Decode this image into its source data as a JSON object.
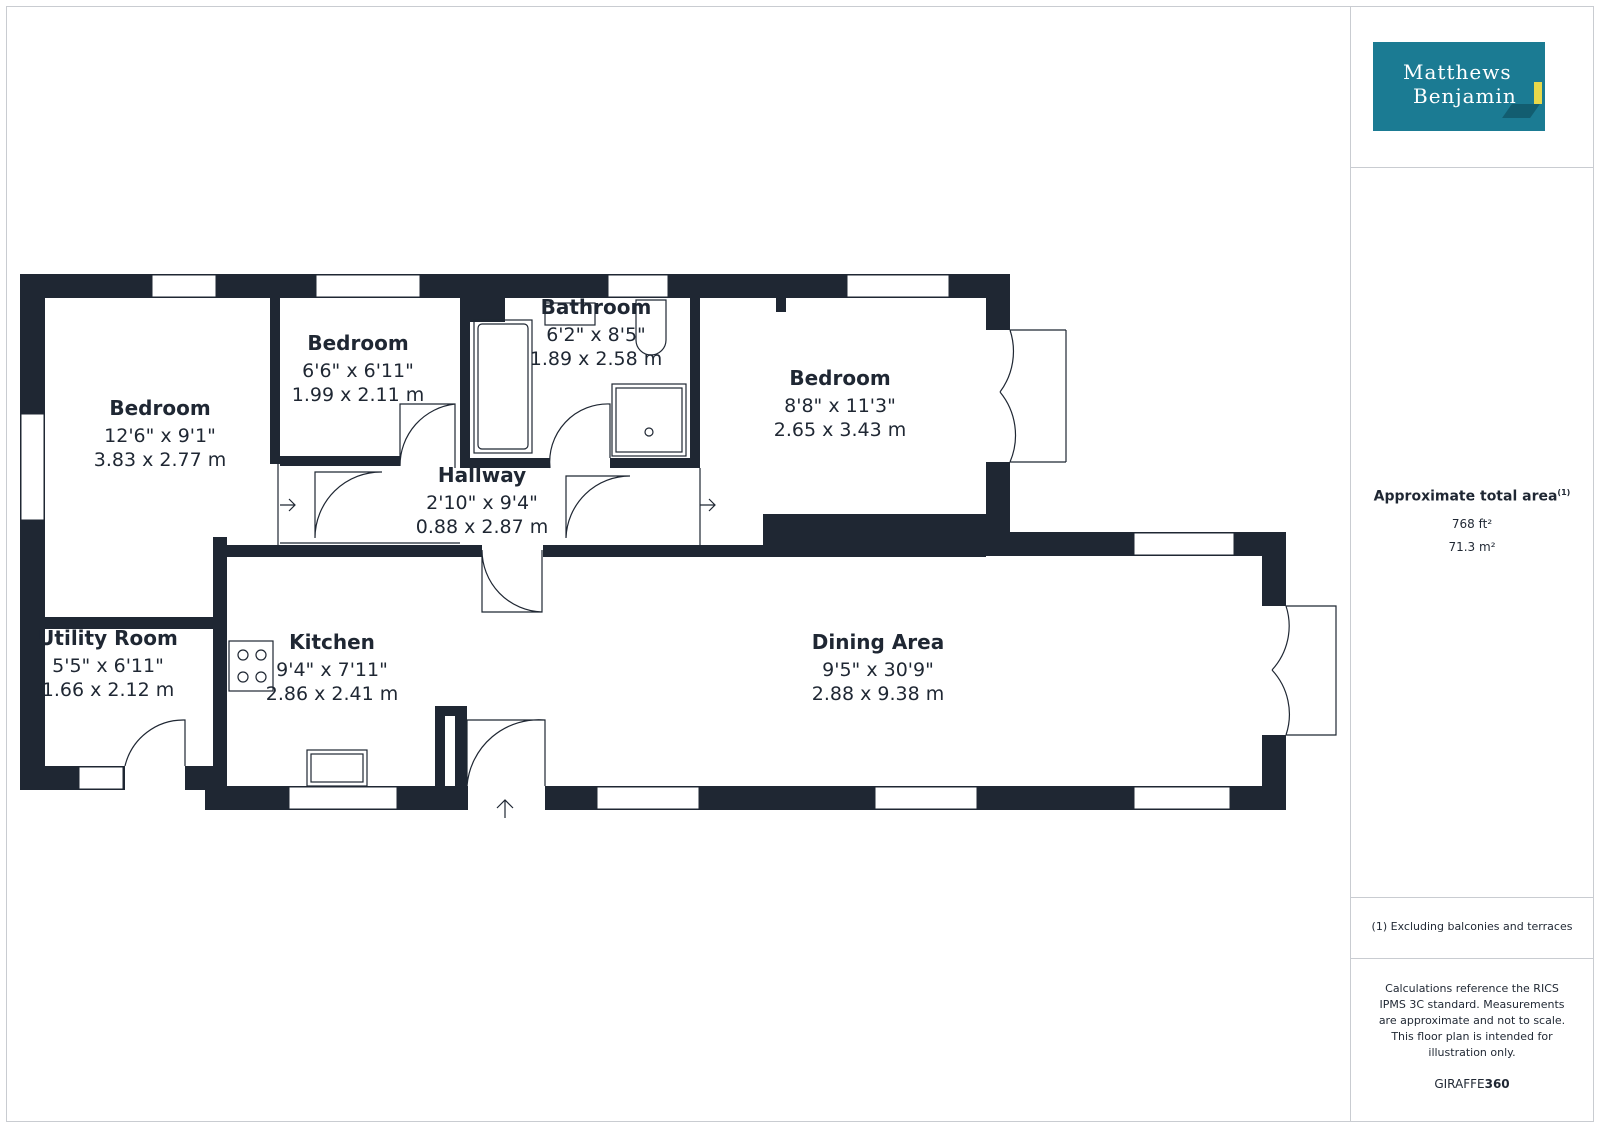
{
  "brand": {
    "logo_line1": "Matthews",
    "logo_line2": "Benjamin",
    "logo_color": "#1b7b93",
    "accent_color": "#e8d84a"
  },
  "rooms": {
    "bedroom1": {
      "name": "Bedroom",
      "imperial": "12'6\" x 9'1\"",
      "metric": "3.83 x 2.77 m"
    },
    "bedroom2": {
      "name": "Bedroom",
      "imperial": "6'6\" x 6'11\"",
      "metric": "1.99 x 2.11 m"
    },
    "bathroom": {
      "name": "Bathroom",
      "imperial": "6'2\" x 8'5\"",
      "metric": "1.89 x 2.58 m"
    },
    "bedroom3": {
      "name": "Bedroom",
      "imperial": "8'8\" x 11'3\"",
      "metric": "2.65 x 3.43 m"
    },
    "hallway": {
      "name": "Hallway",
      "imperial": "2'10\" x 9'4\"",
      "metric": "0.88 x 2.87 m"
    },
    "utility": {
      "name": "Utility Room",
      "imperial": "5'5\" x 6'11\"",
      "metric": "1.66 x 2.12 m"
    },
    "kitchen": {
      "name": "Kitchen",
      "imperial": "9'4\" x 7'11\"",
      "metric": "2.86 x 2.41 m"
    },
    "dining": {
      "name": "Dining Area",
      "imperial": "9'5\" x 30'9\"",
      "metric": "2.88 x 9.38 m"
    }
  },
  "summary": {
    "title": "Approximate total area",
    "title_note": "(1)",
    "area_ft": "768 ft²",
    "area_m": "71.3 m²",
    "footnote": "(1) Excluding balconies and terraces",
    "disclaimer": "Calculations reference the RICS IPMS 3C standard. Measurements are approximate and not to scale. This floor plan is intended for illustration only.",
    "brand_prefix": "GIRAFFE",
    "brand_suffix": "360"
  },
  "colors": {
    "wall": "#1f2733",
    "window": "#ffffff",
    "line": "#1f2733"
  }
}
